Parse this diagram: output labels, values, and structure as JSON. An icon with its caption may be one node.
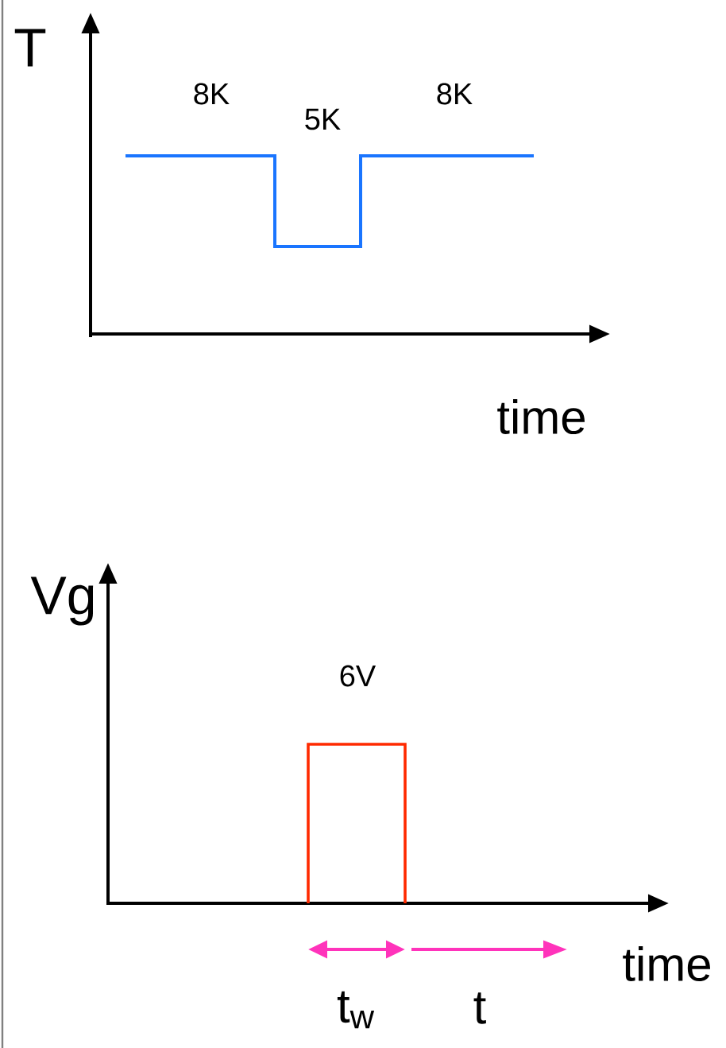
{
  "diagram": {
    "labels": [
      "T",
      "8K",
      "5K",
      "8K",
      "time",
      "Vg",
      "6V",
      "t$_{w}$",
      "t",
      "time"
    ]
  }
}
